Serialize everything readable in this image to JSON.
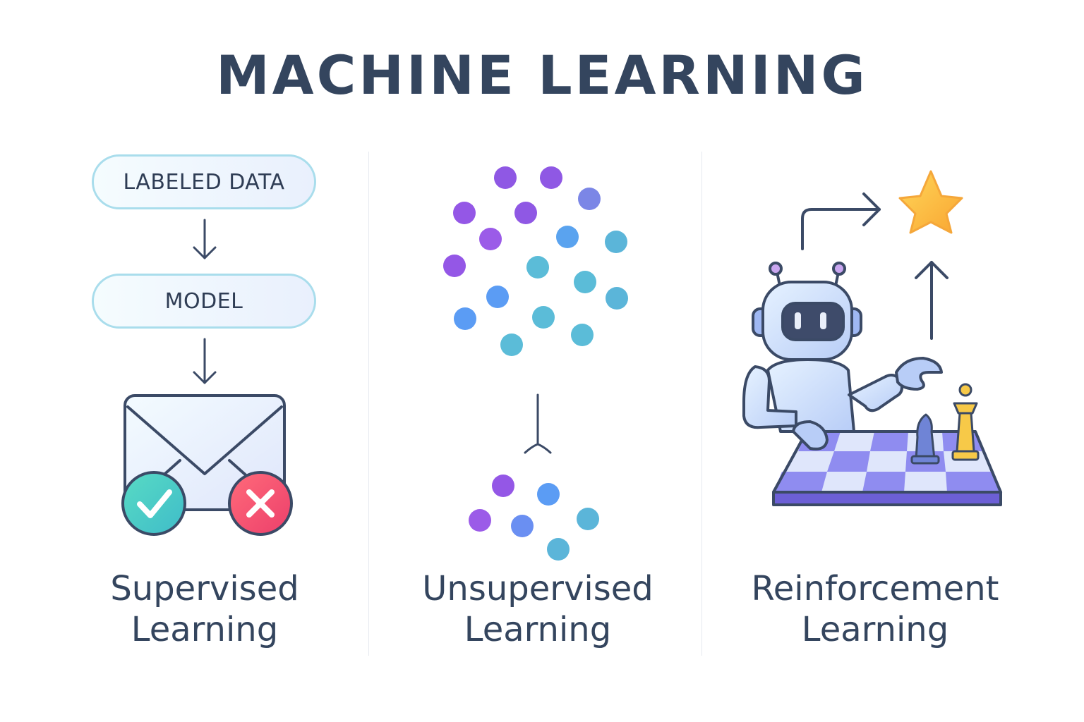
{
  "title": "MACHINE LEARNING",
  "supervised": {
    "pill_top": "LABELED DATA",
    "pill_mid": "MODEL",
    "label_line1": "Supervised",
    "label_line2": "Learning"
  },
  "unsupervised": {
    "label_line1": "Unsupervised",
    "label_line2": "Learning"
  },
  "reinforcement": {
    "label_line1": "Reinforcement",
    "label_line2": "Learning"
  },
  "icons": {
    "envelope": "envelope-icon",
    "check": "checkmark-icon",
    "cross": "cross-icon",
    "star": "star-icon",
    "robot": "robot-icon",
    "chessboard": "chessboard-icon"
  },
  "colors": {
    "text": "#34455e",
    "stroke": "#3b4a66",
    "purple": "#9456e6",
    "blue": "#5b9cf4",
    "teal": "#5bbcd8",
    "check_green": "#4fd1c5",
    "cross_red": "#f2506e",
    "star_gold": "#fbbf3c",
    "robot_body": "#cfe0fb",
    "board_purple": "#8f8cf0"
  }
}
